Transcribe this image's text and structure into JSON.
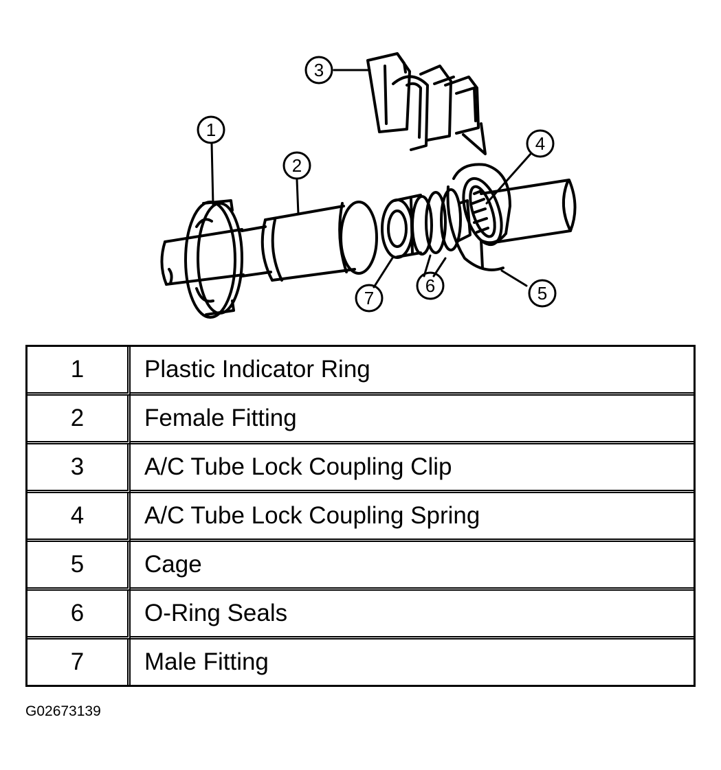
{
  "callouts": [
    "1",
    "2",
    "3",
    "4",
    "5",
    "6",
    "7"
  ],
  "legend": [
    {
      "number": "1",
      "label": "Plastic Indicator Ring"
    },
    {
      "number": "2",
      "label": "Female Fitting"
    },
    {
      "number": "3",
      "label": "A/C Tube Lock Coupling Clip"
    },
    {
      "number": "4",
      "label": "A/C Tube Lock Coupling Spring"
    },
    {
      "number": "5",
      "label": "Cage"
    },
    {
      "number": "6",
      "label": "O-Ring Seals"
    },
    {
      "number": "7",
      "label": "Male Fitting"
    }
  ],
  "figure_code": "G02673139"
}
